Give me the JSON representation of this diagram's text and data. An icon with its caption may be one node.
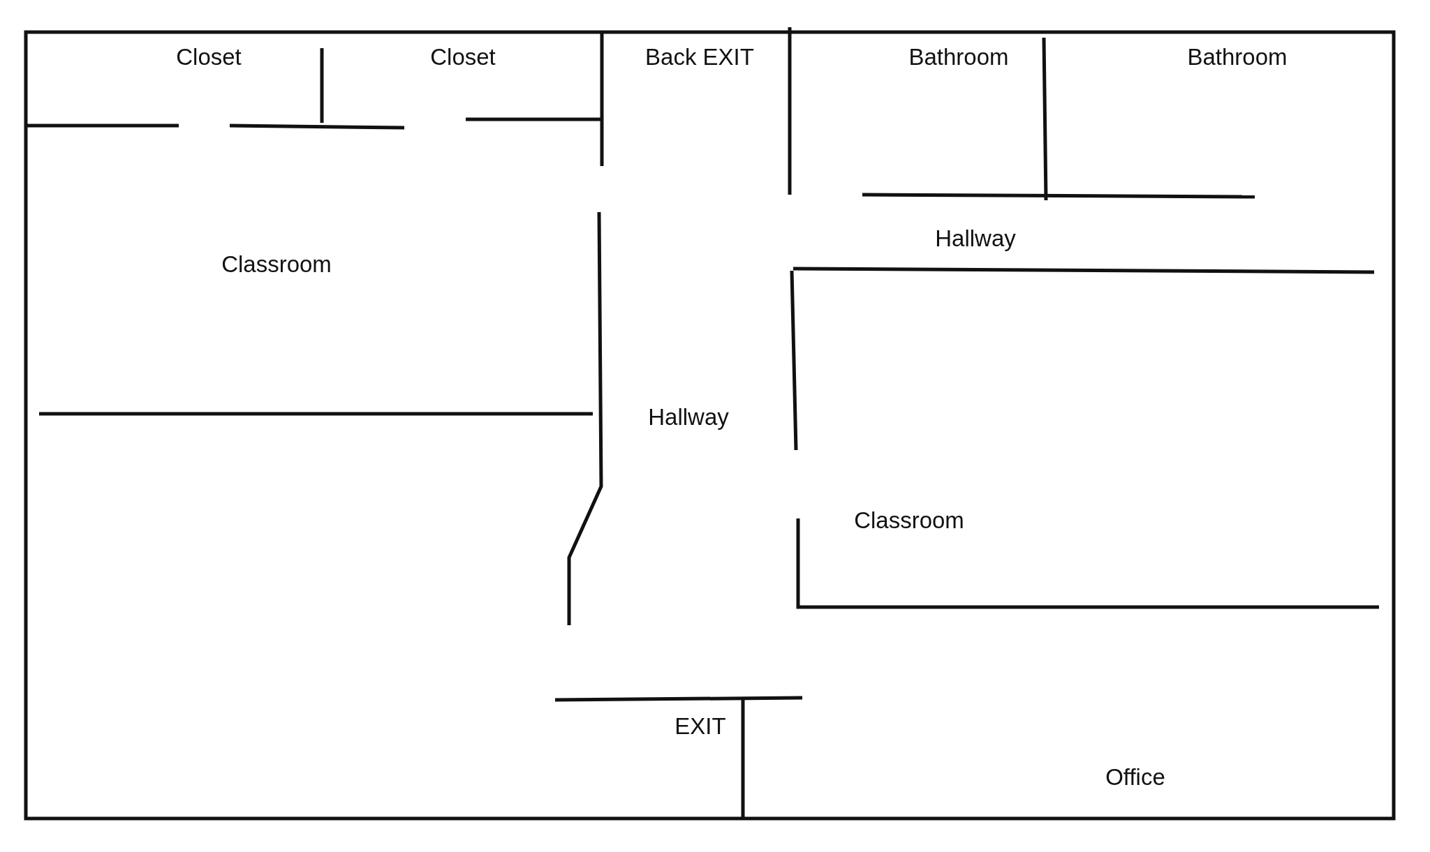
{
  "diagram": {
    "labels": [
      "Closet",
      "Closet",
      "Back EXIT",
      "Bathroom",
      "Bathroom",
      "Hallway",
      "Classroom",
      "Hallway",
      "Classroom",
      "EXIT",
      "Office"
    ]
  }
}
